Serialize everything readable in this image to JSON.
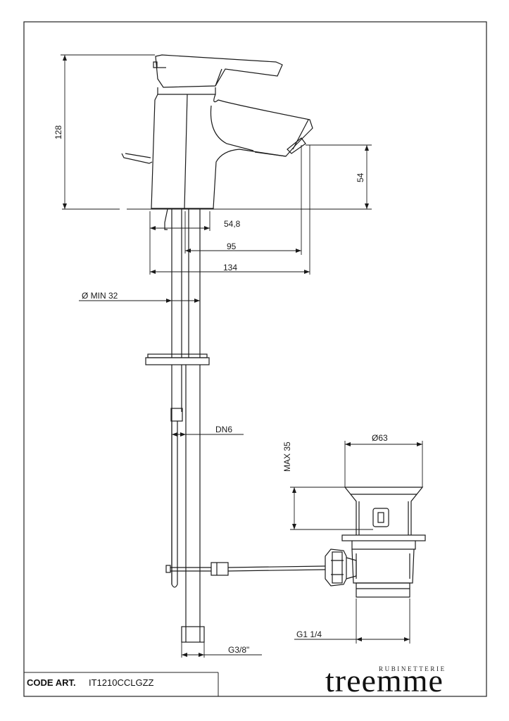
{
  "dimensions": {
    "height_total": "128",
    "spout_height": "54",
    "spout_offset": "54,8",
    "spout_reach": "95",
    "total_depth": "134",
    "hole_diameter": "Ø MIN 32",
    "pipe": "DN6",
    "waste_height": "MAX 35",
    "waste_diameter": "Ø63",
    "waste_thread": "G1 1/4",
    "inlet_thread": "G3/8\""
  },
  "title_block": {
    "code_label": "CODE ART.",
    "code_value": "IT1210CCLGZZ"
  },
  "brand": {
    "subtitle": "RUBINETTERIE",
    "name": "treemme"
  }
}
